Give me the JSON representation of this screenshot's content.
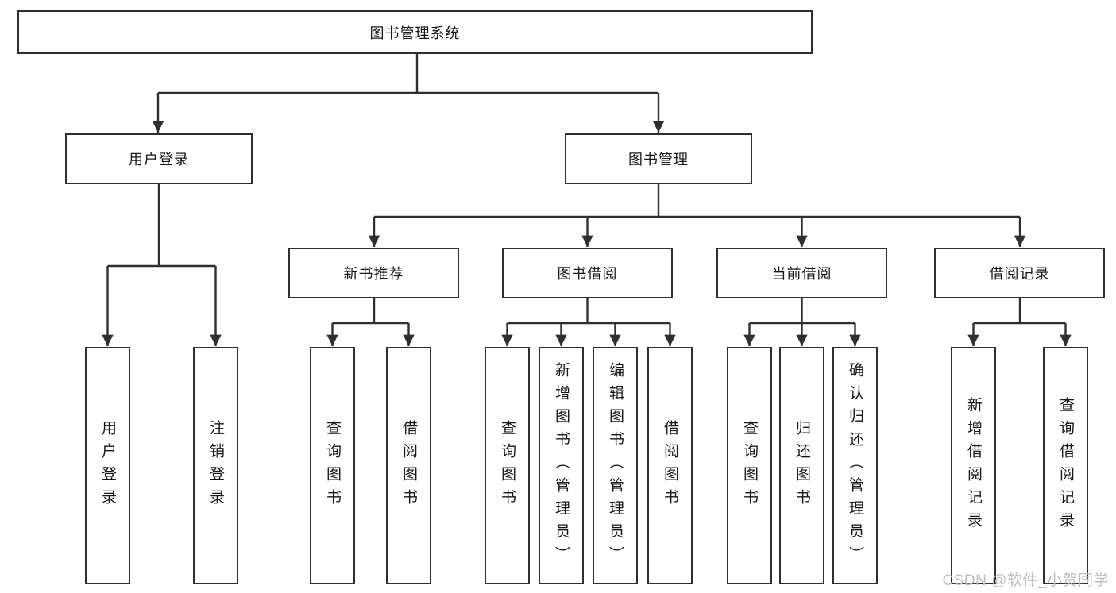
{
  "diagram": {
    "root": {
      "label": "图书管理系统"
    },
    "level2": [
      {
        "label": "用户登录"
      },
      {
        "label": "图书管理"
      }
    ],
    "level3": [
      {
        "label": "新书推荐"
      },
      {
        "label": "图书借阅"
      },
      {
        "label": "当前借阅"
      },
      {
        "label": "借阅记录"
      }
    ],
    "leaves": {
      "user_login": [
        {
          "label": "用户登录"
        },
        {
          "label": "注销登录"
        }
      ],
      "new_book_recommend": [
        {
          "label": "查询图书"
        },
        {
          "label": "借阅图书"
        }
      ],
      "book_borrow": [
        {
          "label": "查询图书"
        },
        {
          "label": "新增图书（管理员）"
        },
        {
          "label": "编辑图书（管理员）"
        },
        {
          "label": "借阅图书"
        }
      ],
      "current_borrow": [
        {
          "label": "查询图书"
        },
        {
          "label": "归还图书"
        },
        {
          "label": "确认归还（管理员）"
        }
      ],
      "borrow_records": [
        {
          "label": "新增借阅记录"
        },
        {
          "label": "查询借阅记录"
        }
      ]
    }
  },
  "watermark": {
    "text": "CSDN @软件_小贺同学"
  },
  "colors": {
    "line": "#2f2f2f",
    "box_border": "#2f2f2f",
    "box_fill": "#ffffff",
    "text": "#161616",
    "watermark": "#bdbdbd",
    "background": "#ffffff"
  }
}
